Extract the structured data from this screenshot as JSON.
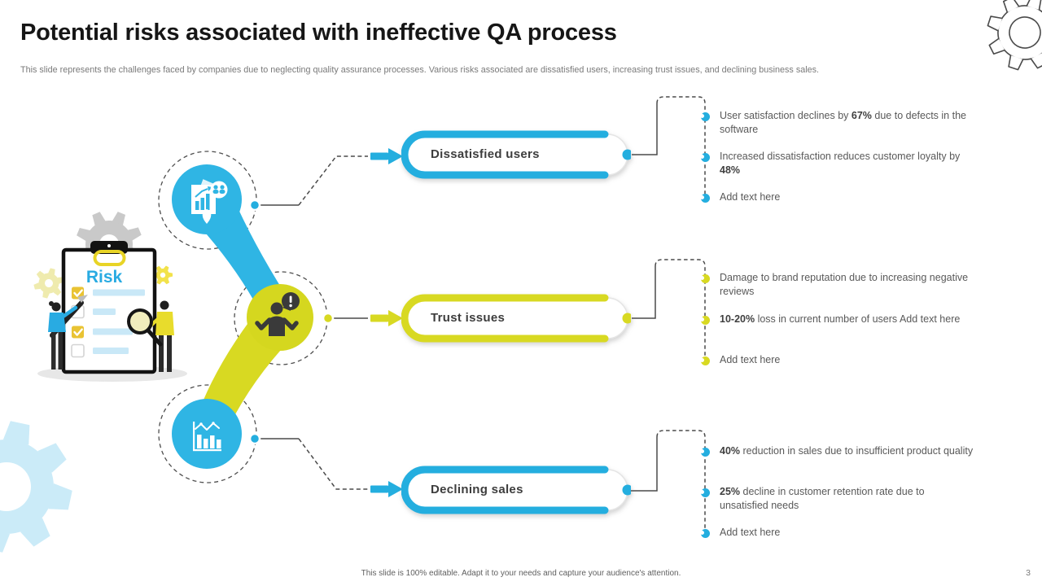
{
  "slide": {
    "title": "Potential risks associated with ineffective QA process",
    "subtitle": "This slide represents the challenges faced by companies due to neglecting quality assurance processes. Various risks associated are dissatisfied users, increasing trust issues, and declining business sales.",
    "footer_note": "This slide is 100% editable. Adapt it to your needs and capture your audience's attention.",
    "page_number": "3",
    "illustration_label": "Risk",
    "colors": {
      "accent_cyan": "#24AEDF",
      "accent_yellow": "#D8D922",
      "icon_circle_cyan": "#2FB5E4",
      "icon_circle_yellow": "#D5D71F",
      "body_text_gray": "#595959",
      "bold_text_dark": "#3F3F3F",
      "pale_blue_gear": "#CBEBF8"
    },
    "groups": [
      {
        "label": "Dissatisfied users",
        "accent": "cyan",
        "icon": "report-analytics-icon",
        "bullets": [
          {
            "pre": "User satisfaction declines by ",
            "bold": "67%",
            "post": " due to defects in the software"
          },
          {
            "pre": "Increased dissatisfaction reduces customer loyalty by ",
            "bold": "48%",
            "post": ""
          },
          {
            "pre": "Add text here",
            "bold": "",
            "post": ""
          }
        ]
      },
      {
        "label": "Trust issues",
        "accent": "yellow",
        "icon": "user-complaint-icon",
        "bullets": [
          {
            "pre": "Damage to brand reputation due to increasing negative reviews",
            "bold": "",
            "post": ""
          },
          {
            "pre": "",
            "bold": "10-20%",
            "post": " loss in current number of users Add text here"
          },
          {
            "pre": "Add text here",
            "bold": "",
            "post": ""
          }
        ]
      },
      {
        "label": "Declining sales",
        "accent": "cyan",
        "icon": "sales-bar-chart-icon",
        "bullets": [
          {
            "pre": "",
            "bold": "40%",
            "post": " reduction in sales due to insufficient product quality"
          },
          {
            "pre": "",
            "bold": "25%",
            "post": " decline in customer retention rate due to unsatisfied needs"
          },
          {
            "pre": "Add text here",
            "bold": "",
            "post": ""
          }
        ]
      }
    ]
  }
}
